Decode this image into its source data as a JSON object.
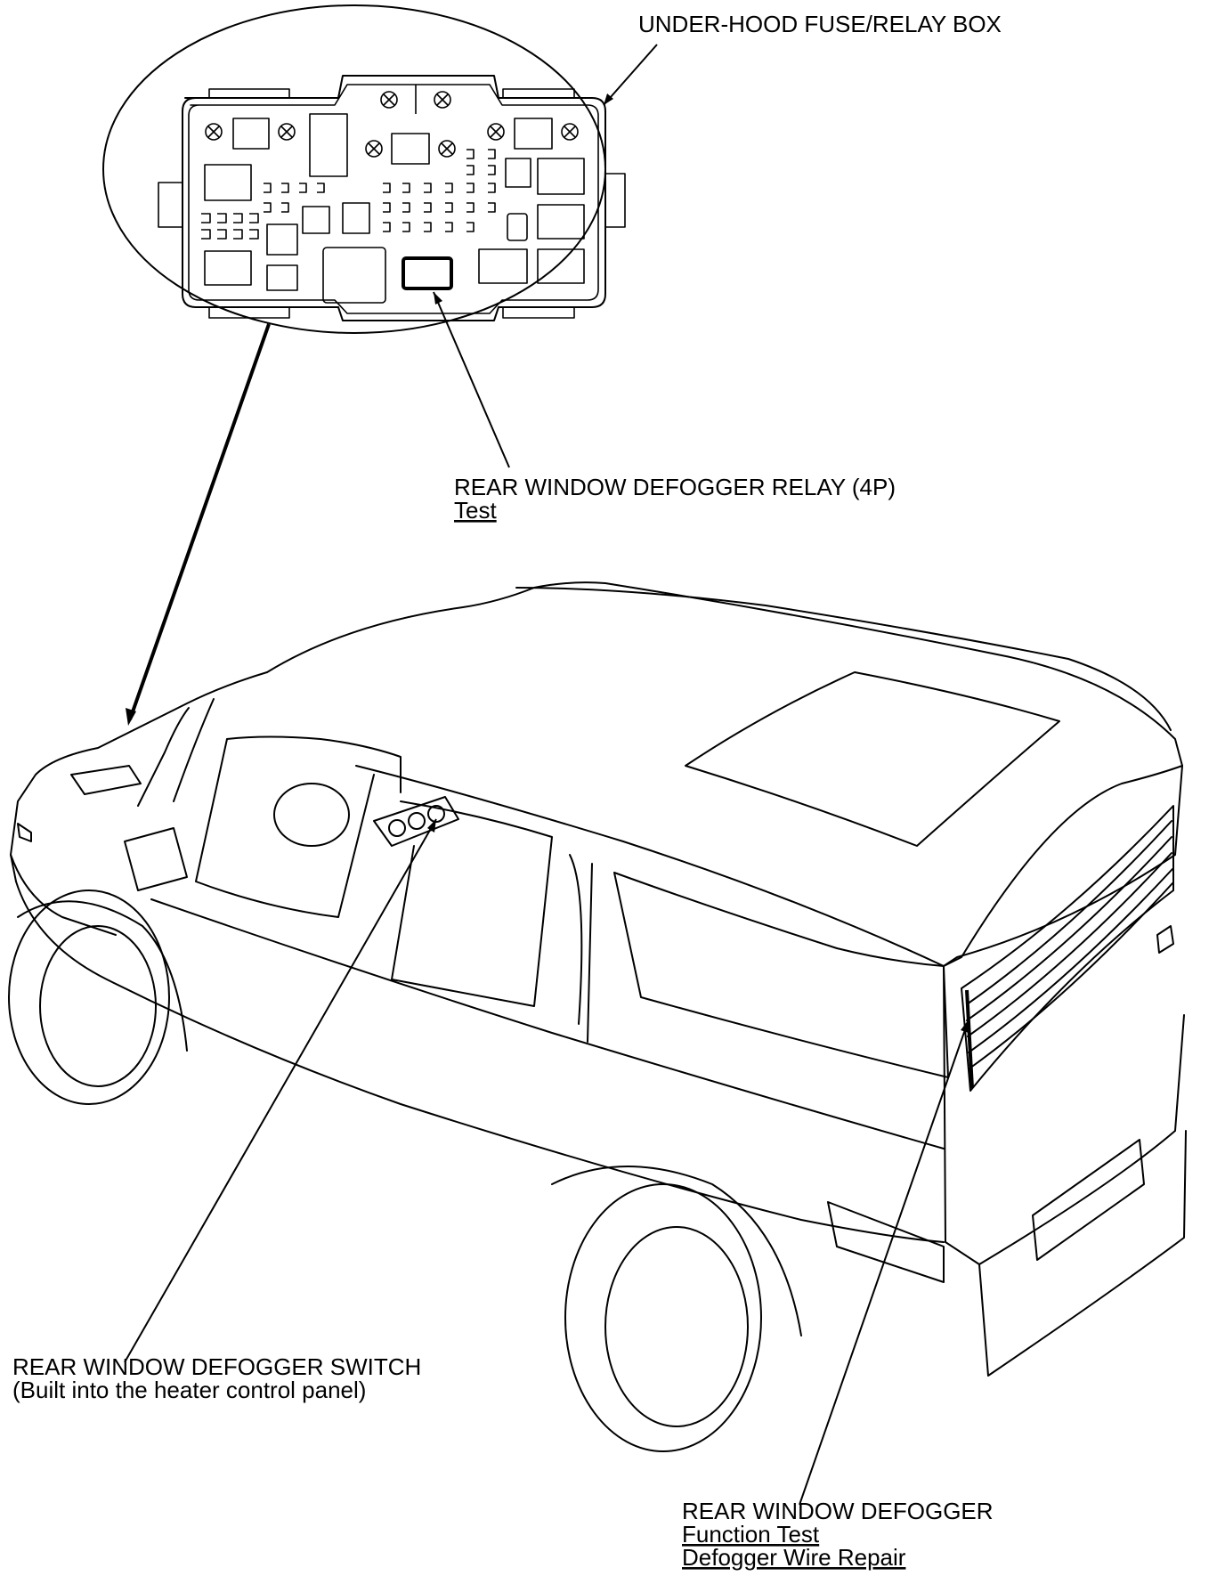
{
  "labels": {
    "fuse_box": "UNDER-HOOD FUSE/RELAY BOX",
    "relay": {
      "title": "REAR WINDOW DEFOGGER RELAY (4P)",
      "link": "Test"
    },
    "switch": {
      "title": "REAR WINDOW DEFOGGER SWITCH",
      "subtitle": "(Built into the heater control panel)"
    },
    "defogger": {
      "title": "REAR WINDOW DEFOGGER",
      "links": [
        "Function Test",
        "Defogger Wire Repair"
      ]
    }
  },
  "icons": {
    "fuse_box_detail": "fuse-relay-box-detail",
    "vehicle": "vehicle-outline",
    "heater_panel": "heater-control-panel",
    "rear_window": "rear-window-defogger-grid"
  },
  "colors": {
    "line": "#000000",
    "background": "#ffffff"
  }
}
